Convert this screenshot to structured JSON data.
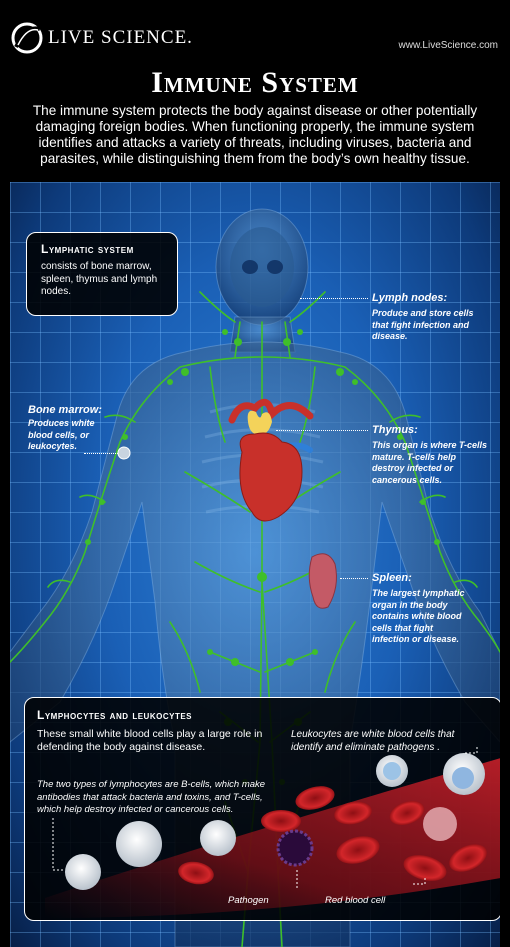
{
  "header": {
    "logo_text": "LIVE SCIENCE.",
    "site_url": "www.LiveScience.com",
    "title": "Immune System",
    "intro": "The immune system protects the body against disease or other potentially damaging foreign bodies. When functioning properly, the immune system identifies and attacks a variety of threats, including viruses, bacteria and parasites, while distinguishing them from the body’s own healthy tissue."
  },
  "lymphatic_box": {
    "title": "Lymphatic system",
    "body": "consists of bone marrow, spleen, thymus and lymph nodes."
  },
  "labels": {
    "lymph_nodes": {
      "title": "Lymph nodes:",
      "desc": "Produce and store cells that fight infection and disease."
    },
    "bone_marrow": {
      "title": "Bone marrow:",
      "desc": "Produces white blood cells, or leukocytes."
    },
    "thymus": {
      "title": "Thymus:",
      "desc": "This organ is where T-cells mature. T-cells help destroy infected or cancerous cells."
    },
    "spleen": {
      "title": "Spleen:",
      "desc": "The largest lymphatic organ in the body contains white blood cells that fight infection or disease."
    }
  },
  "lymphocytes_box": {
    "title": "Lymphocytes and leukocytes",
    "intro": "These small white blood cells play a large role in defending the body against disease.",
    "leukocytes": "Leukocytes are white blood cells that identify and eliminate pathogens .",
    "two_types": "The two types of lymphocytes are B-cells, which make antibodies that attack bacteria and toxins, and T-cells, which help destroy infected or cancerous cells.",
    "pathogen_label": "Pathogen",
    "red_cell_label": "Red blood cell"
  },
  "colors": {
    "background": "#000000",
    "panel_blue": "#1a5fb5",
    "lymph_green": "#3fbf2a",
    "heart_red": "#c8302a",
    "spleen_pink": "#c45a66",
    "thymus_yellow": "#f4d35a"
  }
}
